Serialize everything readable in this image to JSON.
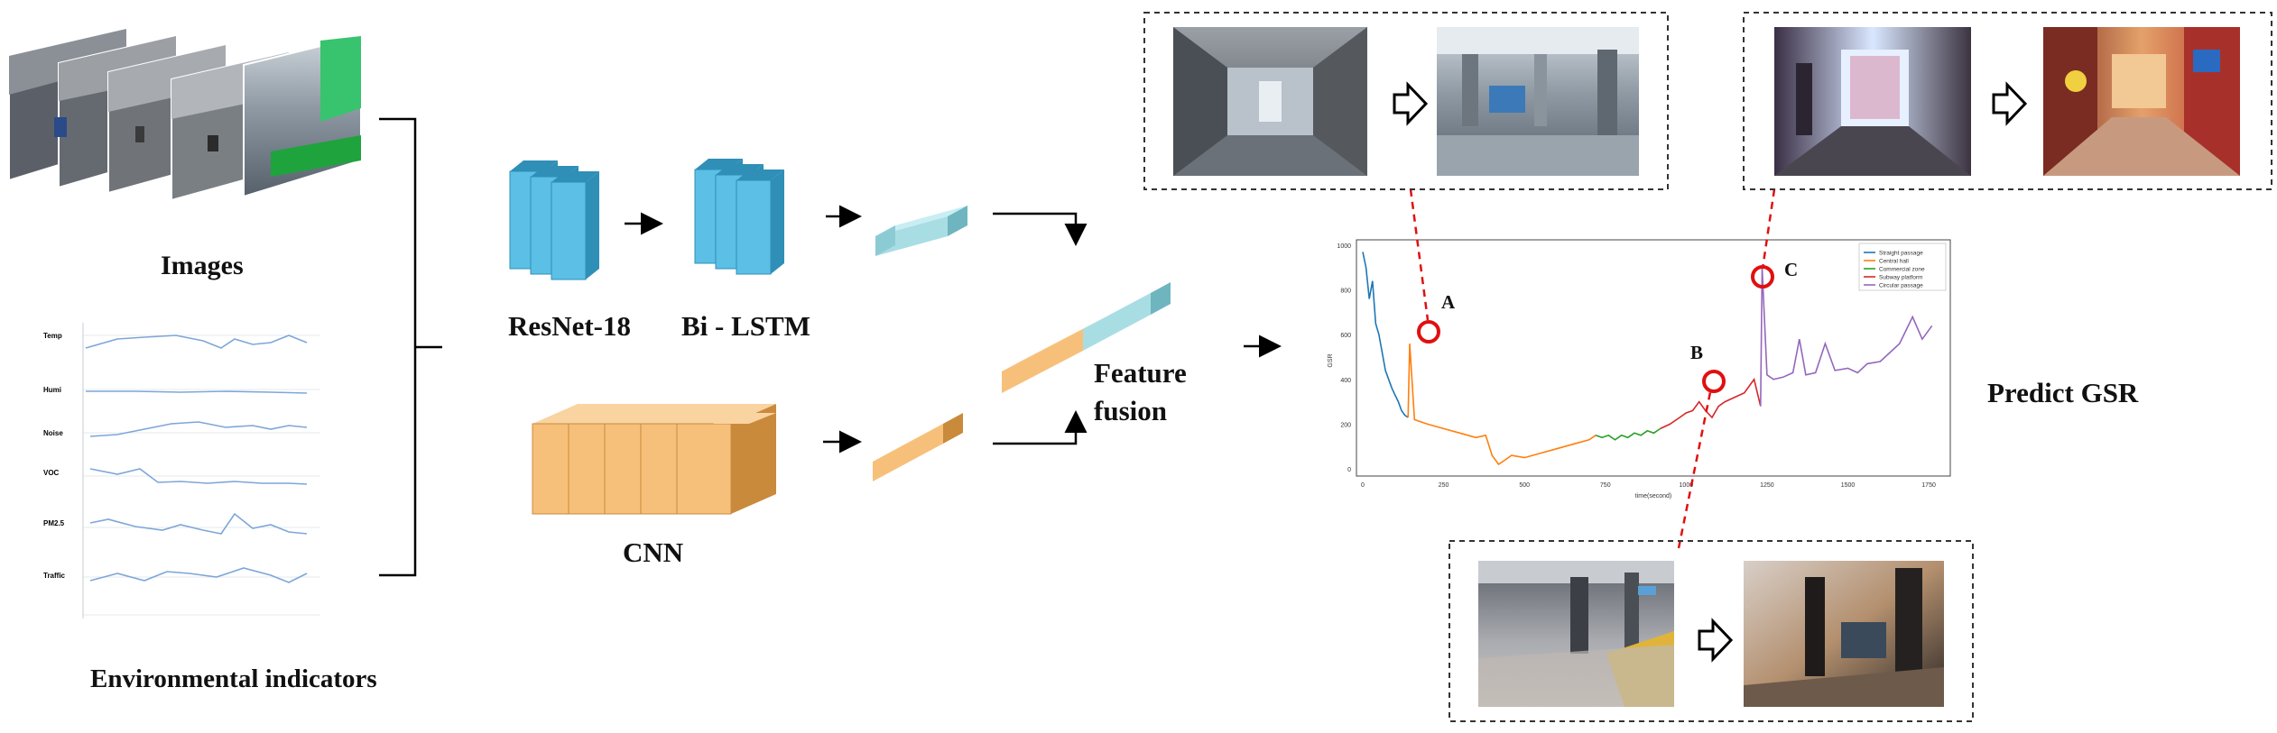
{
  "labels": {
    "images": "Images",
    "env": "Environmental indicators",
    "resnet": "ResNet-18",
    "bilstm": "Bi - LSTM",
    "cnn": "CNN",
    "fusion_line1": "Feature",
    "fusion_line2": "fusion",
    "predict": "Predict GSR"
  },
  "env_panel": {
    "rows": [
      "Temp",
      "Humi",
      "Noise",
      "VOC",
      "PM2.5",
      "Traffic"
    ]
  },
  "points": {
    "a": "A",
    "b": "B",
    "c": "C"
  },
  "colors": {
    "blue_block": "#5bbfe6",
    "blue_block_dark": "#2f8fb6",
    "orange_block": "#f7c07a",
    "orange_block_dark": "#c98a3c",
    "teal_bar": "#a9dde4",
    "red_marker": "#e01010"
  },
  "chart_data": {
    "type": "line",
    "xlabel": "time(second)",
    "ylabel": "GSR",
    "xlim": [
      0,
      1800
    ],
    "ylim": [
      0,
      1000
    ],
    "xticks": [
      "0",
      "250",
      "500",
      "750",
      "1000",
      "1250",
      "1500",
      "1750"
    ],
    "yticks": [
      "0",
      "200",
      "400",
      "600",
      "800",
      "1000"
    ],
    "legend_position": "top-right",
    "series": [
      {
        "name": "Straight passage",
        "color": "#1f77b4",
        "x": [
          0,
          10,
          20,
          30,
          40,
          50,
          60,
          70,
          80,
          90,
          100,
          110,
          120,
          130,
          140
        ],
        "y": [
          970,
          900,
          760,
          840,
          650,
          600,
          520,
          440,
          400,
          360,
          330,
          300,
          260,
          240,
          230
        ]
      },
      {
        "name": "Central hall",
        "color": "#ff7f0e",
        "x": [
          140,
          145,
          160,
          200,
          250,
          300,
          350,
          380,
          400,
          420,
          440,
          460,
          500,
          550,
          600,
          650,
          700,
          720
        ],
        "y": [
          230,
          560,
          220,
          200,
          180,
          160,
          140,
          150,
          60,
          20,
          40,
          60,
          50,
          70,
          90,
          110,
          130,
          150
        ]
      },
      {
        "name": "Commercial zone",
        "color": "#2ca02c",
        "x": [
          720,
          740,
          760,
          780,
          800,
          820,
          840,
          860,
          880,
          900,
          920
        ],
        "y": [
          150,
          140,
          150,
          130,
          150,
          140,
          160,
          150,
          170,
          160,
          180
        ]
      },
      {
        "name": "Subway platform",
        "color": "#d62728",
        "x": [
          920,
          950,
          980,
          1000,
          1020,
          1040,
          1060,
          1080,
          1100,
          1120,
          1150,
          1180,
          1210,
          1230
        ],
        "y": [
          180,
          200,
          230,
          250,
          260,
          300,
          260,
          230,
          280,
          300,
          320,
          340,
          400,
          280
        ]
      },
      {
        "name": "Circular passage",
        "color": "#9467bd",
        "x": [
          1230,
          1235,
          1250,
          1270,
          1300,
          1330,
          1350,
          1370,
          1400,
          1430,
          1460,
          1500,
          1530,
          1560,
          1600,
          1630,
          1660,
          1700,
          1730,
          1760
        ],
        "y": [
          280,
          900,
          420,
          400,
          410,
          430,
          580,
          420,
          430,
          560,
          440,
          450,
          430,
          470,
          480,
          520,
          560,
          680,
          580,
          640
        ]
      }
    ]
  }
}
